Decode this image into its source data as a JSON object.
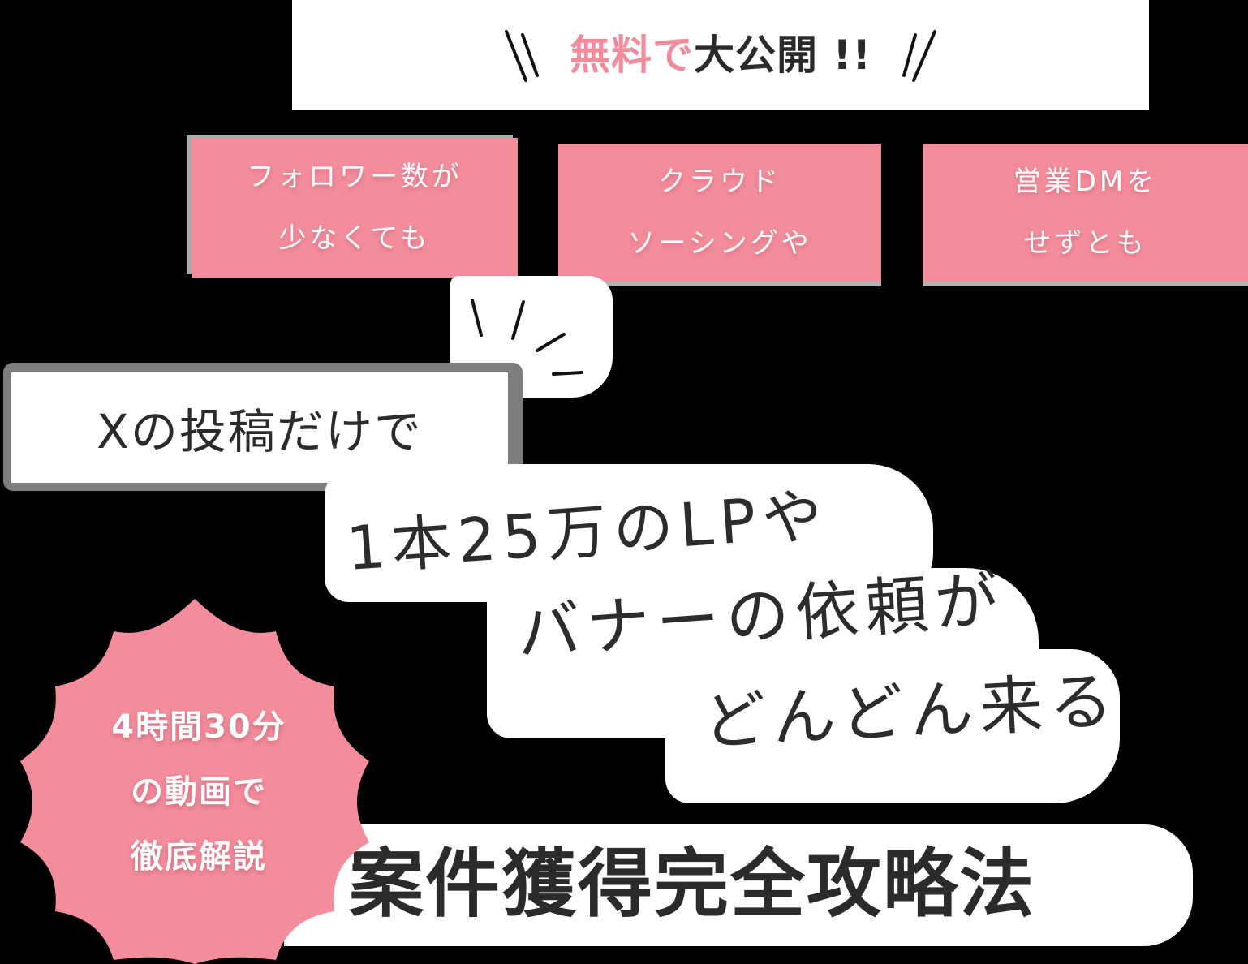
{
  "banner": {
    "pink_text": "無料で",
    "dark_text": "大公開 !!",
    "left_deco_icon": "double-backslash-lines",
    "right_deco_icon": "double-slash-lines"
  },
  "feature_boxes": [
    {
      "line1": "フォロワー数が",
      "line2": "少なくても"
    },
    {
      "line1": "クラウド",
      "line2": "ソーシングや"
    },
    {
      "line1": "営業DMを",
      "line2": "せずとも"
    }
  ],
  "x_post": {
    "text": "Xの投稿だけで"
  },
  "handwritten": {
    "line1": "1本25万のLPや",
    "line2": "バナーの依頼が",
    "line3": "どんどん来る"
  },
  "badge": {
    "line1": "4時間30分",
    "line2": "の動画で",
    "line3": "徹底解説"
  },
  "title": {
    "text": "案件獲得完全攻略法"
  },
  "colors": {
    "pink": "#f38d9c",
    "dark_text": "#2b2b2b",
    "background": "#000000",
    "white": "#ffffff"
  }
}
